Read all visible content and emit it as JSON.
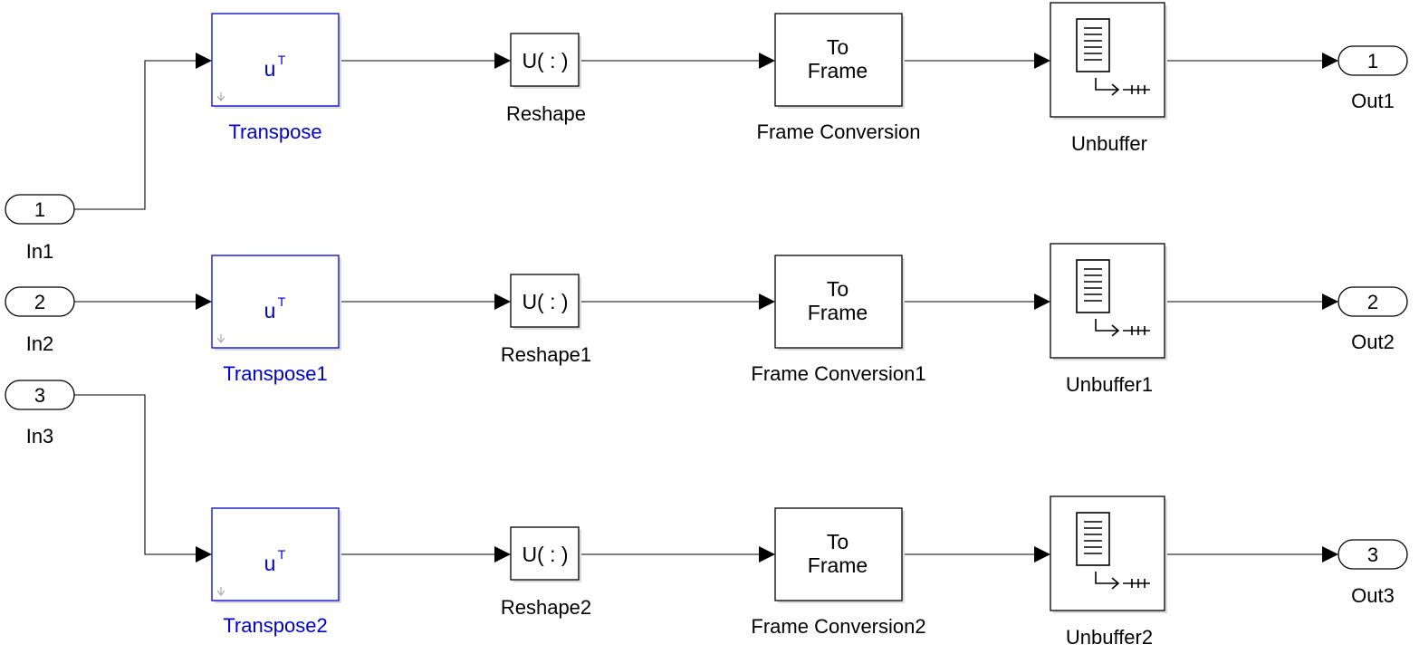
{
  "inports": [
    {
      "number": "1",
      "label": "In1"
    },
    {
      "number": "2",
      "label": "In2"
    },
    {
      "number": "3",
      "label": "In3"
    }
  ],
  "transpose": {
    "symbol": "u",
    "superscript": "T",
    "labels": [
      "Transpose",
      "Transpose1",
      "Transpose2"
    ]
  },
  "reshape": {
    "symbol": "U( : )",
    "labels": [
      "Reshape",
      "Reshape1",
      "Reshape2"
    ]
  },
  "frame_conversion": {
    "line1": "To",
    "line2": "Frame",
    "labels": [
      "Frame Conversion",
      "Frame Conversion1",
      "Frame Conversion2"
    ]
  },
  "unbuffer": {
    "labels": [
      "Unbuffer",
      "Unbuffer1",
      "Unbuffer2"
    ]
  },
  "outports": [
    {
      "number": "1",
      "label": "Out1"
    },
    {
      "number": "2",
      "label": "Out2"
    },
    {
      "number": "3",
      "label": "Out3"
    }
  ],
  "colors": {
    "block_border": "#000000",
    "transpose_color": "#0000cc",
    "background": "#ffffff"
  }
}
